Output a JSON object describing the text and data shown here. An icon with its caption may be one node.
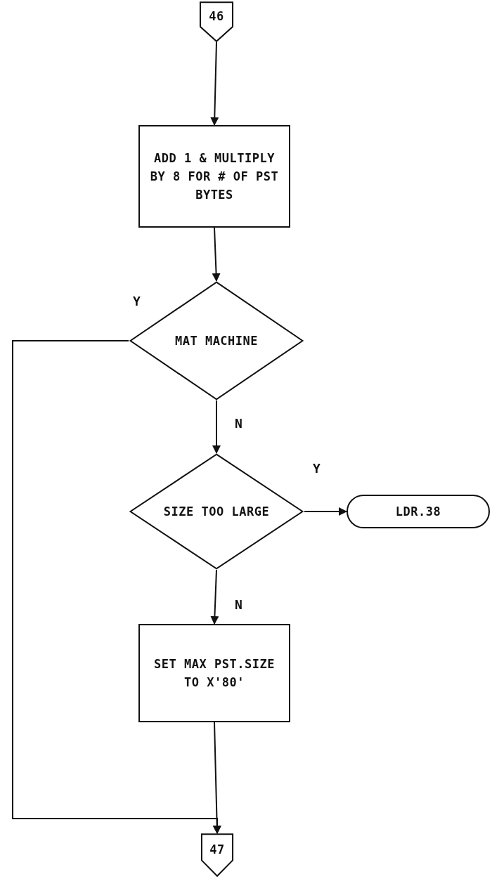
{
  "diagram": {
    "nodes": [
      {
        "text": [
          "46"
        ]
      },
      {
        "text": [
          "ADD 1 & MULTIPLY BY 8 FOR # OF PST BYTES"
        ]
      },
      {
        "text": [
          "MAT MACHINE"
        ]
      },
      {
        "text": [
          "SIZE TOO LARGE"
        ]
      },
      {
        "text": [
          "LDR.38"
        ]
      },
      {
        "text": [
          "SET MAX PST.SIZE TO X'80'"
        ]
      },
      {
        "text": [
          "47"
        ]
      }
    ],
    "edges": [
      {
        "from": 0,
        "to": 1,
        "arrow": "to"
      },
      {
        "from": 1,
        "to": 2,
        "arrow": "to"
      },
      {
        "from": 2,
        "to": 3,
        "arrow": "to",
        "label": "N"
      },
      {
        "from": 2,
        "to": 6,
        "arrow": "to",
        "label": "Y"
      },
      {
        "from": 3,
        "to": 4,
        "arrow": "to",
        "label": "Y"
      },
      {
        "from": 3,
        "to": 5,
        "arrow": "to",
        "label": "N"
      },
      {
        "from": 5,
        "to": 6,
        "arrow": "to"
      }
    ]
  }
}
